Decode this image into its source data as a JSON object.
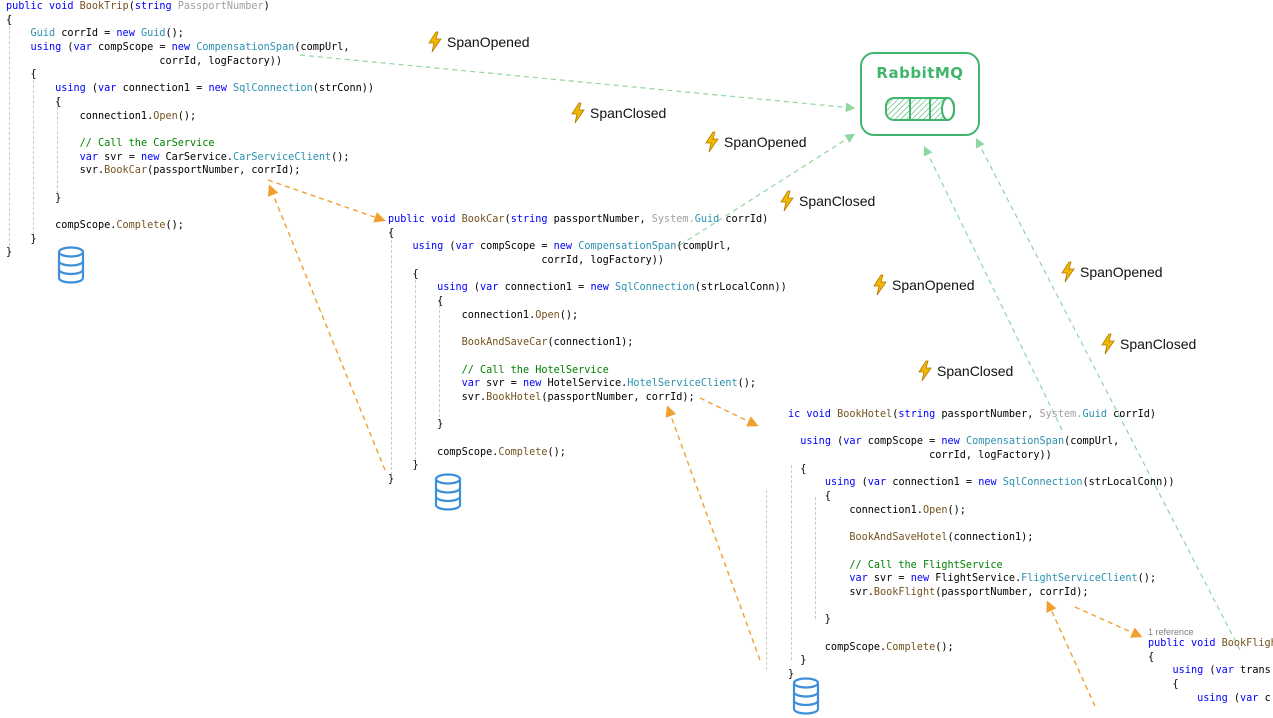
{
  "book_trip": {
    "lines": [
      [
        [
          "kw",
          "public "
        ],
        [
          "kw",
          "void "
        ],
        [
          "mt",
          "BookTrip"
        ],
        [
          "",
          "("
        ],
        [
          "kw",
          "string "
        ],
        [
          "gr",
          "PassportNumber"
        ],
        [
          "",
          ")"
        ]
      ],
      [
        [
          "",
          "{"
        ]
      ],
      [
        [
          "",
          "    "
        ],
        [
          "ty",
          "Guid "
        ],
        [
          "",
          "corrId = "
        ],
        [
          "kw",
          "new "
        ],
        [
          "ty",
          "Guid"
        ],
        [
          "",
          "();"
        ]
      ],
      [
        [
          "",
          "    "
        ],
        [
          "kw",
          "using "
        ],
        [
          "",
          "("
        ],
        [
          "kw",
          "var "
        ],
        [
          "",
          "compScope = "
        ],
        [
          "kw",
          "new "
        ],
        [
          "ty",
          "CompensationSpan"
        ],
        [
          "",
          "(compUrl,"
        ]
      ],
      [
        [
          "",
          "                         corrId, logFactory))"
        ]
      ],
      [
        [
          "",
          "    {"
        ]
      ],
      [
        [
          "",
          "        "
        ],
        [
          "kw",
          "using "
        ],
        [
          "",
          "("
        ],
        [
          "kw",
          "var "
        ],
        [
          "",
          "connection1 = "
        ],
        [
          "kw",
          "new "
        ],
        [
          "ty",
          "SqlConnection"
        ],
        [
          "",
          "(strConn))"
        ]
      ],
      [
        [
          "",
          "        {"
        ]
      ],
      [
        [
          "",
          "            connection1."
        ],
        [
          "mt",
          "Open"
        ],
        [
          "",
          "();"
        ]
      ],
      [
        [
          "",
          ""
        ]
      ],
      [
        [
          "",
          "            "
        ],
        [
          "cm",
          "// Call the CarService"
        ]
      ],
      [
        [
          "",
          "            "
        ],
        [
          "kw",
          "var "
        ],
        [
          "",
          "svr = "
        ],
        [
          "kw",
          "new "
        ],
        [
          "",
          "CarService."
        ],
        [
          "ty",
          "CarServiceClient"
        ],
        [
          "",
          "();"
        ]
      ],
      [
        [
          "",
          "            svr."
        ],
        [
          "mt",
          "BookCar"
        ],
        [
          "",
          "(passportNumber, corrId);"
        ]
      ],
      [
        [
          "",
          ""
        ]
      ],
      [
        [
          "",
          "        }"
        ]
      ],
      [
        [
          "",
          ""
        ]
      ],
      [
        [
          "",
          "        compScope."
        ],
        [
          "mt",
          "Complete"
        ],
        [
          "",
          "();"
        ]
      ],
      [
        [
          "",
          "    }"
        ]
      ],
      [
        [
          "",
          "}"
        ]
      ]
    ]
  },
  "book_car": {
    "lines": [
      [
        [
          "kw",
          "public "
        ],
        [
          "kw",
          "void "
        ],
        [
          "mt",
          "BookCar"
        ],
        [
          "",
          "("
        ],
        [
          "kw",
          "string "
        ],
        [
          "",
          "passportNumber, "
        ],
        [
          "gr",
          "System."
        ],
        [
          "ty",
          "Guid "
        ],
        [
          "",
          "corrId)"
        ]
      ],
      [
        [
          "",
          "{"
        ]
      ],
      [
        [
          "",
          "    "
        ],
        [
          "kw",
          "using "
        ],
        [
          "",
          "("
        ],
        [
          "kw",
          "var "
        ],
        [
          "",
          "compScope = "
        ],
        [
          "kw",
          "new "
        ],
        [
          "ty",
          "CompensationSpan"
        ],
        [
          "",
          "(compUrl,"
        ]
      ],
      [
        [
          "",
          "                         corrId, logFactory))"
        ]
      ],
      [
        [
          "",
          "    {"
        ]
      ],
      [
        [
          "",
          "        "
        ],
        [
          "kw",
          "using "
        ],
        [
          "",
          "("
        ],
        [
          "kw",
          "var "
        ],
        [
          "",
          "connection1 = "
        ],
        [
          "kw",
          "new "
        ],
        [
          "ty",
          "SqlConnection"
        ],
        [
          "",
          "(strLocalConn))"
        ]
      ],
      [
        [
          "",
          "        {"
        ]
      ],
      [
        [
          "",
          "            connection1."
        ],
        [
          "mt",
          "Open"
        ],
        [
          "",
          "();"
        ]
      ],
      [
        [
          "",
          ""
        ]
      ],
      [
        [
          "",
          "            "
        ],
        [
          "mt",
          "BookAndSaveCar"
        ],
        [
          "",
          "(connection1);"
        ]
      ],
      [
        [
          "",
          ""
        ]
      ],
      [
        [
          "",
          "            "
        ],
        [
          "cm",
          "// Call the HotelService"
        ]
      ],
      [
        [
          "",
          "            "
        ],
        [
          "kw",
          "var "
        ],
        [
          "",
          "svr = "
        ],
        [
          "kw",
          "new "
        ],
        [
          "",
          "HotelService."
        ],
        [
          "ty",
          "HotelServiceClient"
        ],
        [
          "",
          "();"
        ]
      ],
      [
        [
          "",
          "            svr."
        ],
        [
          "mt",
          "BookHotel"
        ],
        [
          "",
          "(passportNumber, corrId);"
        ]
      ],
      [
        [
          "",
          ""
        ]
      ],
      [
        [
          "",
          "        }"
        ]
      ],
      [
        [
          "",
          ""
        ]
      ],
      [
        [
          "",
          "        compScope."
        ],
        [
          "mt",
          "Complete"
        ],
        [
          "",
          "();"
        ]
      ],
      [
        [
          "",
          "    }"
        ]
      ],
      [
        [
          "",
          "}"
        ]
      ]
    ]
  },
  "book_hotel": {
    "lines": [
      [
        [
          "kw",
          "ic "
        ],
        [
          "kw",
          "void "
        ],
        [
          "mt",
          "BookHotel"
        ],
        [
          "",
          "("
        ],
        [
          "kw",
          "string "
        ],
        [
          "",
          "passportNumber, "
        ],
        [
          "gr",
          "System."
        ],
        [
          "ty",
          "Guid "
        ],
        [
          "",
          "corrId)"
        ]
      ],
      [
        [
          "",
          ""
        ]
      ],
      [
        [
          "",
          "  "
        ],
        [
          "kw",
          "using "
        ],
        [
          "",
          "("
        ],
        [
          "kw",
          "var "
        ],
        [
          "",
          "compScope = "
        ],
        [
          "kw",
          "new "
        ],
        [
          "ty",
          "CompensationSpan"
        ],
        [
          "",
          "(compUrl,"
        ]
      ],
      [
        [
          "",
          "                       corrId, logFactory))"
        ]
      ],
      [
        [
          "",
          "  {"
        ]
      ],
      [
        [
          "",
          "      "
        ],
        [
          "kw",
          "using "
        ],
        [
          "",
          "("
        ],
        [
          "kw",
          "var "
        ],
        [
          "",
          "connection1 = "
        ],
        [
          "kw",
          "new "
        ],
        [
          "ty",
          "SqlConnection"
        ],
        [
          "",
          "(strLocalConn))"
        ]
      ],
      [
        [
          "",
          "      {"
        ]
      ],
      [
        [
          "",
          "          connection1."
        ],
        [
          "mt",
          "Open"
        ],
        [
          "",
          "();"
        ]
      ],
      [
        [
          "",
          ""
        ]
      ],
      [
        [
          "",
          "          "
        ],
        [
          "mt",
          "BookAndSaveHotel"
        ],
        [
          "",
          "(connection1);"
        ]
      ],
      [
        [
          "",
          ""
        ]
      ],
      [
        [
          "",
          "          "
        ],
        [
          "cm",
          "// Call the FlightService"
        ]
      ],
      [
        [
          "",
          "          "
        ],
        [
          "kw",
          "var "
        ],
        [
          "",
          "svr = "
        ],
        [
          "kw",
          "new "
        ],
        [
          "",
          "FlightService."
        ],
        [
          "ty",
          "FlightServiceClient"
        ],
        [
          "",
          "();"
        ]
      ],
      [
        [
          "",
          "          svr."
        ],
        [
          "mt",
          "BookFlight"
        ],
        [
          "",
          "(passportNumber, corrId);"
        ]
      ],
      [
        [
          "",
          ""
        ]
      ],
      [
        [
          "",
          "      }"
        ]
      ],
      [
        [
          "",
          ""
        ]
      ],
      [
        [
          "",
          "      compScope."
        ],
        [
          "mt",
          "Complete"
        ],
        [
          "",
          "();"
        ]
      ],
      [
        [
          "",
          "  }"
        ]
      ],
      [
        [
          "",
          "}"
        ]
      ]
    ]
  },
  "book_flight": {
    "reference": "1 reference",
    "lines": [
      [
        [
          "kw",
          "public "
        ],
        [
          "kw",
          "void "
        ],
        [
          "mt",
          "BookFligh"
        ]
      ],
      [
        [
          "",
          "{"
        ]
      ],
      [
        [
          "",
          "    "
        ],
        [
          "kw",
          "using "
        ],
        [
          "",
          "("
        ],
        [
          "kw",
          "var "
        ],
        [
          "",
          "trans"
        ]
      ],
      [
        [
          "",
          "    {"
        ]
      ],
      [
        [
          "",
          "        "
        ],
        [
          "kw",
          "using "
        ],
        [
          "",
          "("
        ],
        [
          "kw",
          "var "
        ],
        [
          "",
          "c"
        ]
      ]
    ]
  },
  "rabbitmq": {
    "label": "RabbitMQ",
    "color": "#3fb56b"
  },
  "events": {
    "span_opened_1": "SpanOpened",
    "span_closed_1": "SpanClosed",
    "span_opened_2": "SpanOpened",
    "span_closed_2": "SpanClosed",
    "span_opened_3": "SpanOpened",
    "span_closed_3": "SpanClosed",
    "span_opened_4": "SpanOpened",
    "span_closed_4": "SpanClosed"
  },
  "colors": {
    "call_arrow": "#f0a030",
    "span_arrow": "#8fd6a0",
    "bolt": "#f5b800",
    "db": "#3d8fd9"
  }
}
